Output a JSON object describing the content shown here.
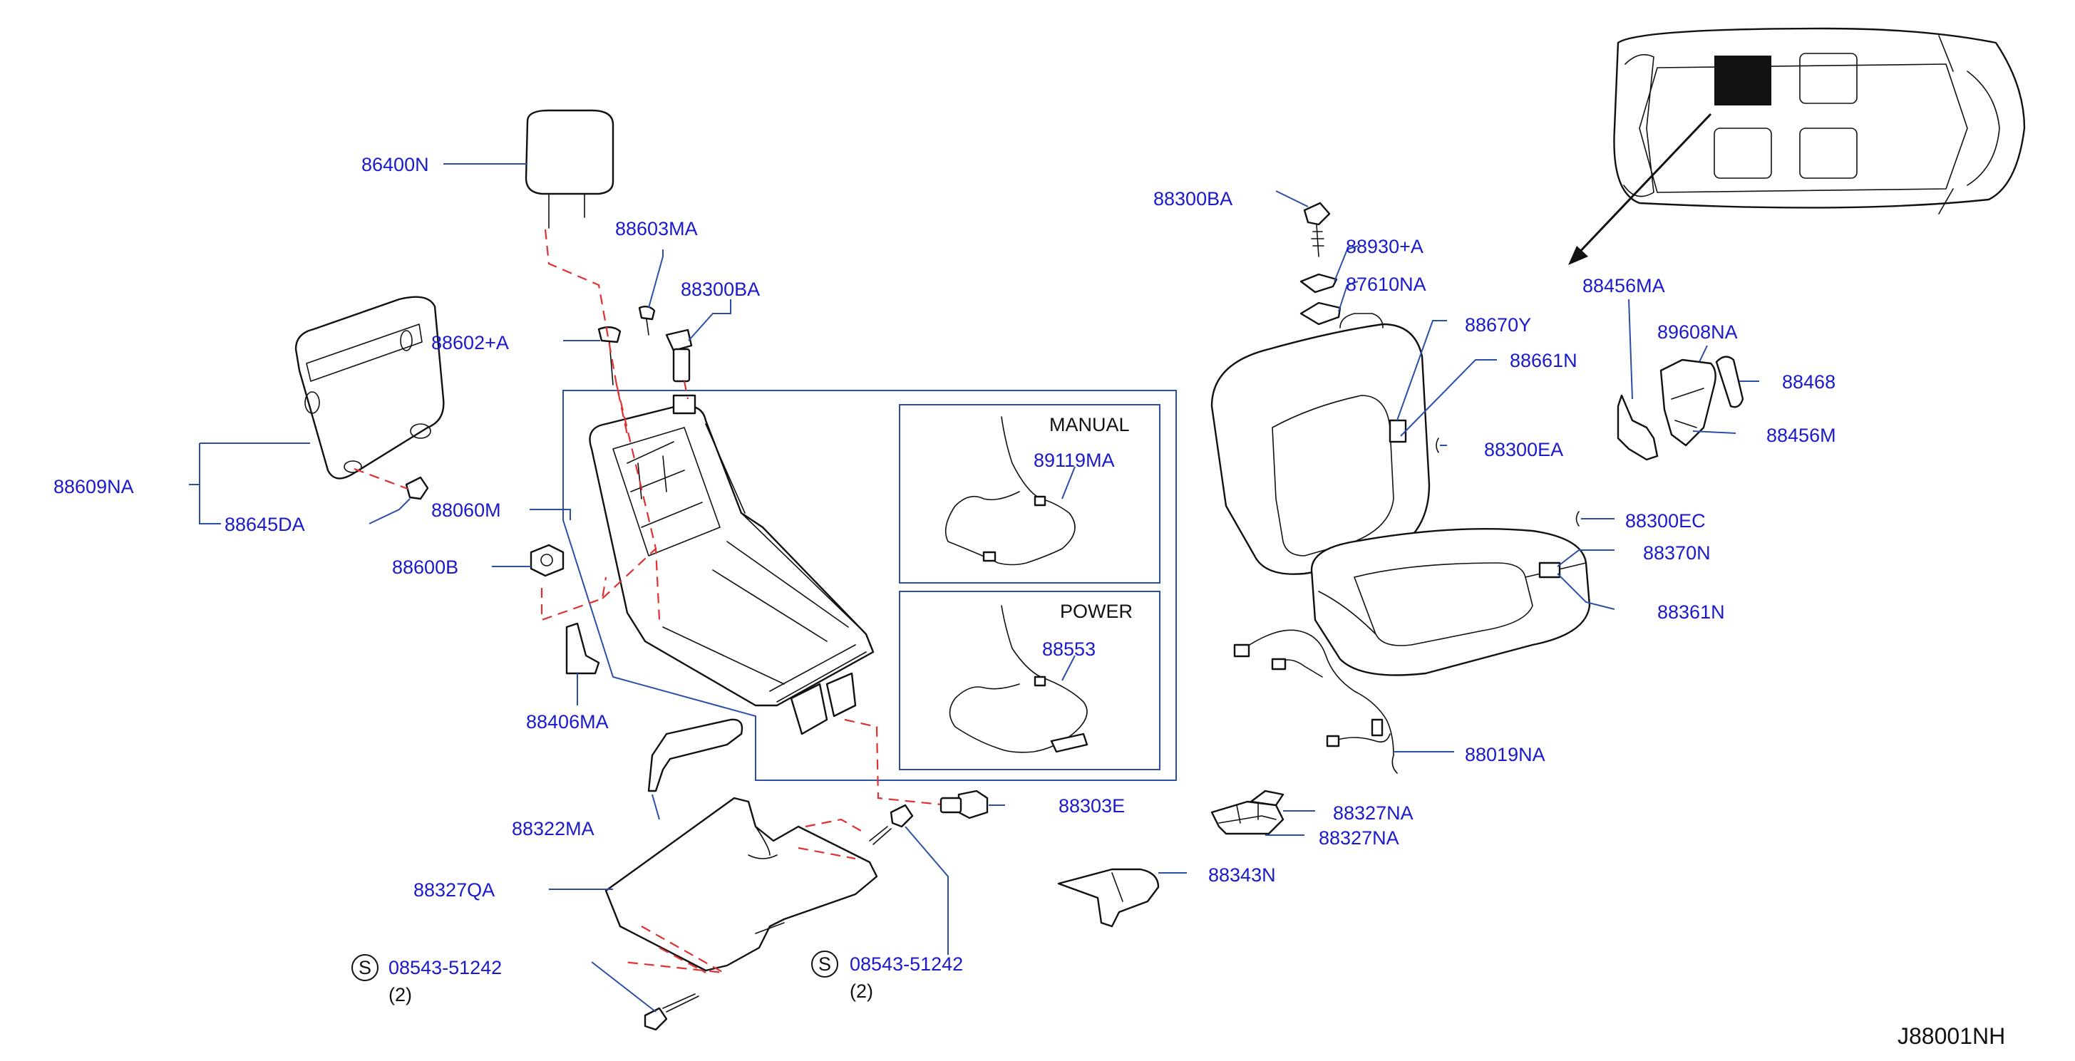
{
  "diagram": {
    "code": "J88001NH",
    "subtitles": {
      "manual": "MANUAL",
      "power": "POWER"
    },
    "labels": [
      "86400N",
      "88603MA",
      "88300BA",
      "88602+A",
      "88609NA",
      "88645DA",
      "88060M",
      "88600B",
      "88406MA",
      "88322MA",
      "88327QA",
      "88303E",
      "08543-51242",
      "(2)",
      "08543-51242",
      "(2)",
      "89119MA",
      "88553",
      "88300BA",
      "88930+A",
      "87610NA",
      "88670Y",
      "88661N",
      "88300EA",
      "88300EC",
      "88370N",
      "88361N",
      "88019NA",
      "88327NA",
      "88327NA",
      "88343N",
      "88456MA",
      "89608NA",
      "88468",
      "88456M"
    ],
    "symbols": [
      "S",
      "S"
    ]
  }
}
